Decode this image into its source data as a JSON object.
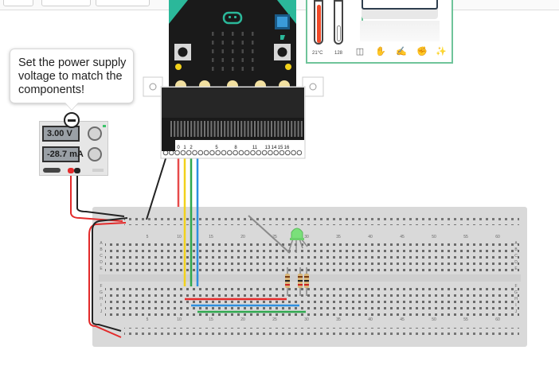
{
  "tooltip": {
    "message": "Set the power supply voltage to match the components!"
  },
  "power_supply": {
    "voltage_display": "3.00 V",
    "current_display": "-28.7 mA"
  },
  "sensor_panel": {
    "temperature_label": "21°C",
    "light_label": "128",
    "gesture_icons": [
      "logo-up-icon",
      "tilt-left-icon",
      "tilt-right-icon",
      "shake-hand-icon",
      "freefall-icon"
    ]
  },
  "microbit": {
    "pin_labels": [
      "0",
      "1",
      "2",
      "5",
      "8",
      "11",
      "13",
      "14",
      "15",
      "16"
    ]
  },
  "breadboard": {
    "column_numbers": [
      "5",
      "10",
      "15",
      "20",
      "25",
      "30",
      "35",
      "40",
      "45",
      "50",
      "55",
      "60"
    ],
    "row_letters_top": [
      "A",
      "B",
      "C",
      "D",
      "E"
    ],
    "row_letters_bottom": [
      "F",
      "G",
      "H",
      "I",
      "J"
    ]
  },
  "colors": {
    "wire_red": "#e32a2a",
    "wire_black": "#222222",
    "wire_yellow": "#f2d21b",
    "wire_green": "#2fa84f",
    "wire_blue": "#2d8fe0",
    "led_green": "#7ae07a",
    "panel_border": "#6fc49a",
    "microbit_teal": "#2bb89a"
  }
}
